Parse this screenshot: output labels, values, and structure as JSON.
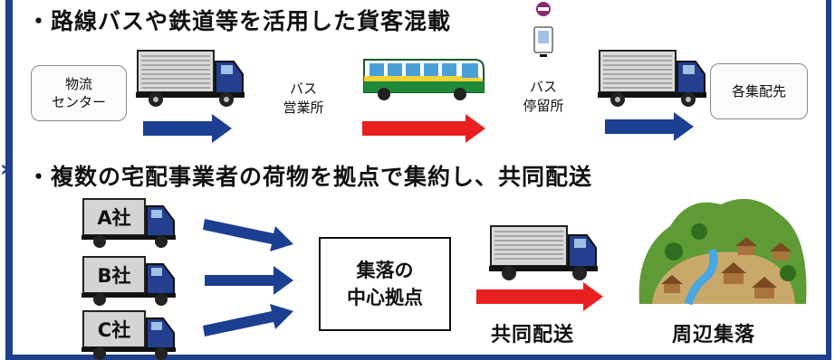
{
  "section1": {
    "heading": "・路線バスや鉄道等を活用した貨客混載",
    "origin": "物流\nセンター",
    "bus_office": "バス\n営業所",
    "bus_stop": "バス\n停留所",
    "destination": "各集配先"
  },
  "section2": {
    "heading": "・複数の宅配事業者の荷物を拠点で集約し、共同配送",
    "companies": [
      "A社",
      "B社",
      "C社"
    ],
    "hub": "集落の\n中心拠点",
    "joint_delivery": "共同配送",
    "village": "周辺集落"
  },
  "colors": {
    "blue_arrow": "#1c3f92",
    "red_arrow": "#e8201f",
    "frame": "#1e3f8a",
    "truck_cab": "#233f8e"
  },
  "icons": [
    "truck-icon",
    "bus-icon",
    "bus-stop-icon",
    "village-icon",
    "arrow-right-icon"
  ]
}
